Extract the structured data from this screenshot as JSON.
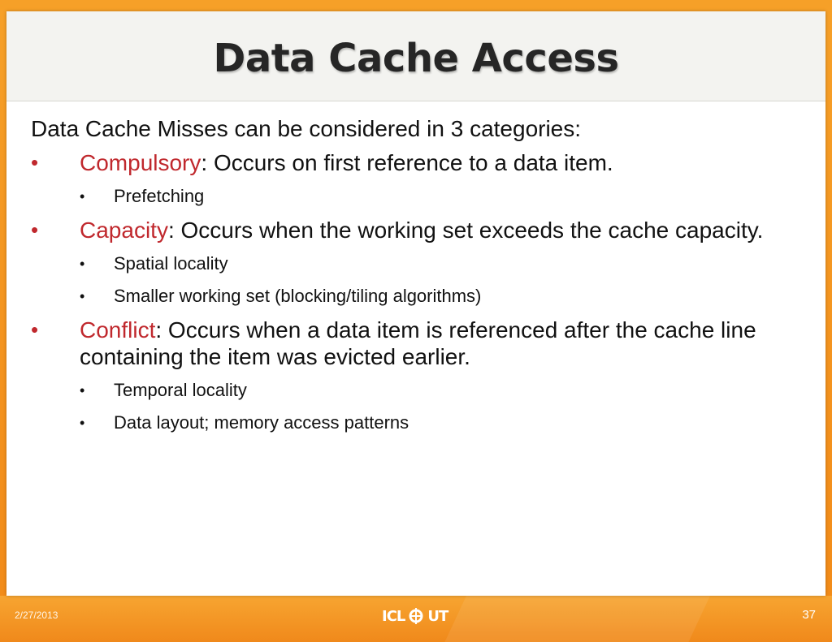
{
  "slide": {
    "title": "Data Cache Access",
    "intro": "Data Cache Misses can be considered in 3 categories:",
    "bullet_symbol": "•",
    "items": [
      {
        "term": "Compulsory",
        "rest": ": Occurs on first reference to a data item.",
        "subitems": [
          "Prefetching"
        ]
      },
      {
        "term": "Capacity",
        "rest": ": Occurs when the working set exceeds the cache capacity.",
        "subitems": [
          "Spatial locality",
          "Smaller working set (blocking/tiling algorithms)"
        ]
      },
      {
        "term": "Conflict",
        "rest": ": Occurs when a data item is referenced after the cache line containing the item was evicted earlier.",
        "subitems": [
          "Temporal locality",
          "Data layout; memory access patterns"
        ]
      }
    ]
  },
  "footer": {
    "date": "2/27/2013",
    "page_number": "37",
    "logo_left": "ICL",
    "logo_right": "UT"
  },
  "colors": {
    "accent_red": "#c0282d",
    "footer_orange": "#f28a18"
  }
}
